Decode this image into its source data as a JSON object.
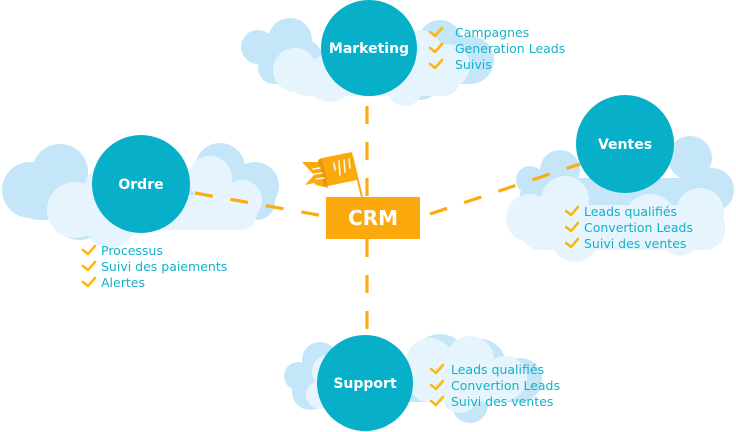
{
  "center": {
    "label": "CRM",
    "icon": "flag-icon"
  },
  "colors": {
    "node": "#07b0c8",
    "accent": "#fca90e",
    "text": "#13b1c9",
    "check": "#fbb812",
    "cloud_back": "#c4e6f8",
    "cloud_front": "#e6f5fd"
  },
  "nodes": {
    "marketing": {
      "label": "Marketing",
      "items": [
        "Campagnes",
        "Generation Leads",
        "Suivis"
      ]
    },
    "ventes": {
      "label": "Ventes",
      "items": [
        "Leads qualifiés",
        "Convertion Leads",
        "Suivi des ventes"
      ]
    },
    "ordre": {
      "label": "Ordre",
      "items": [
        "Processus",
        "Suivi des paiements",
        "Alertes"
      ]
    },
    "support": {
      "label": "Support",
      "items": [
        "Leads qualifiés",
        "Convertion Leads",
        "Suivi des ventes"
      ]
    }
  }
}
